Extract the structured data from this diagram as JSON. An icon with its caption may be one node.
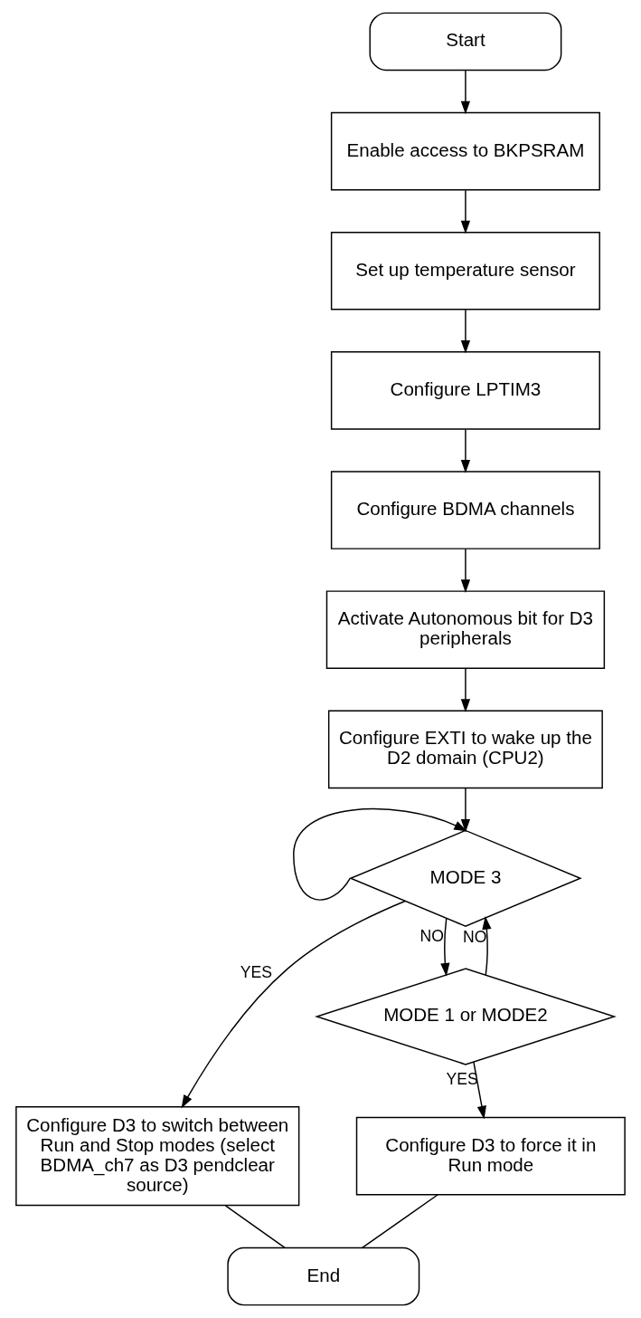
{
  "diagram": {
    "nodes": [
      {
        "text": [
          "Start"
        ]
      },
      {
        "text": [
          "Enable access to BKPSRAM"
        ]
      },
      {
        "text": [
          "Set up temperature sensor"
        ]
      },
      {
        "text": [
          "Configure LPTIM3"
        ]
      },
      {
        "text": [
          "Configure BDMA channels"
        ]
      },
      {
        "text": [
          "Activate Autonomous bit for D3 peripherals"
        ]
      },
      {
        "text": [
          "Configure EXTI to wake up the D2 domain (CPU2)"
        ]
      },
      {
        "text": [
          "MODE 3"
        ]
      },
      {
        "text": [
          "Configure D3 to switch between Run and Stop modes (select BDMA_ch7 as D3 pendclear source)"
        ]
      },
      {
        "text": [
          "MODE 1 or MODE2"
        ]
      },
      {
        "text": [
          "Configure D3 to force it in Run mode"
        ]
      },
      {
        "text": [
          "End"
        ]
      }
    ],
    "edges": [
      {
        "from": 0,
        "to": 1,
        "arrow": "to"
      },
      {
        "from": 1,
        "to": 2,
        "arrow": "to"
      },
      {
        "from": 2,
        "to": 3,
        "arrow": "to"
      },
      {
        "from": 3,
        "to": 4,
        "arrow": "to"
      },
      {
        "from": 4,
        "to": 5,
        "arrow": "to"
      },
      {
        "from": 5,
        "to": 6,
        "arrow": "to"
      },
      {
        "from": 6,
        "to": 7,
        "arrow": "to"
      },
      {
        "from": 7,
        "to": 7,
        "arrow": "to"
      },
      {
        "from": 7,
        "to": 9,
        "label": "NO",
        "arrow": "to"
      },
      {
        "from": 9,
        "to": 7,
        "label": "NO",
        "arrow": "to"
      },
      {
        "from": 7,
        "to": 8,
        "label": "YES",
        "arrow": "to"
      },
      {
        "from": 9,
        "to": 10,
        "label": "YES",
        "arrow": "to"
      },
      {
        "from": 8,
        "to": 11,
        "arrow": "none"
      },
      {
        "from": 10,
        "to": 11,
        "arrow": "none"
      }
    ]
  }
}
